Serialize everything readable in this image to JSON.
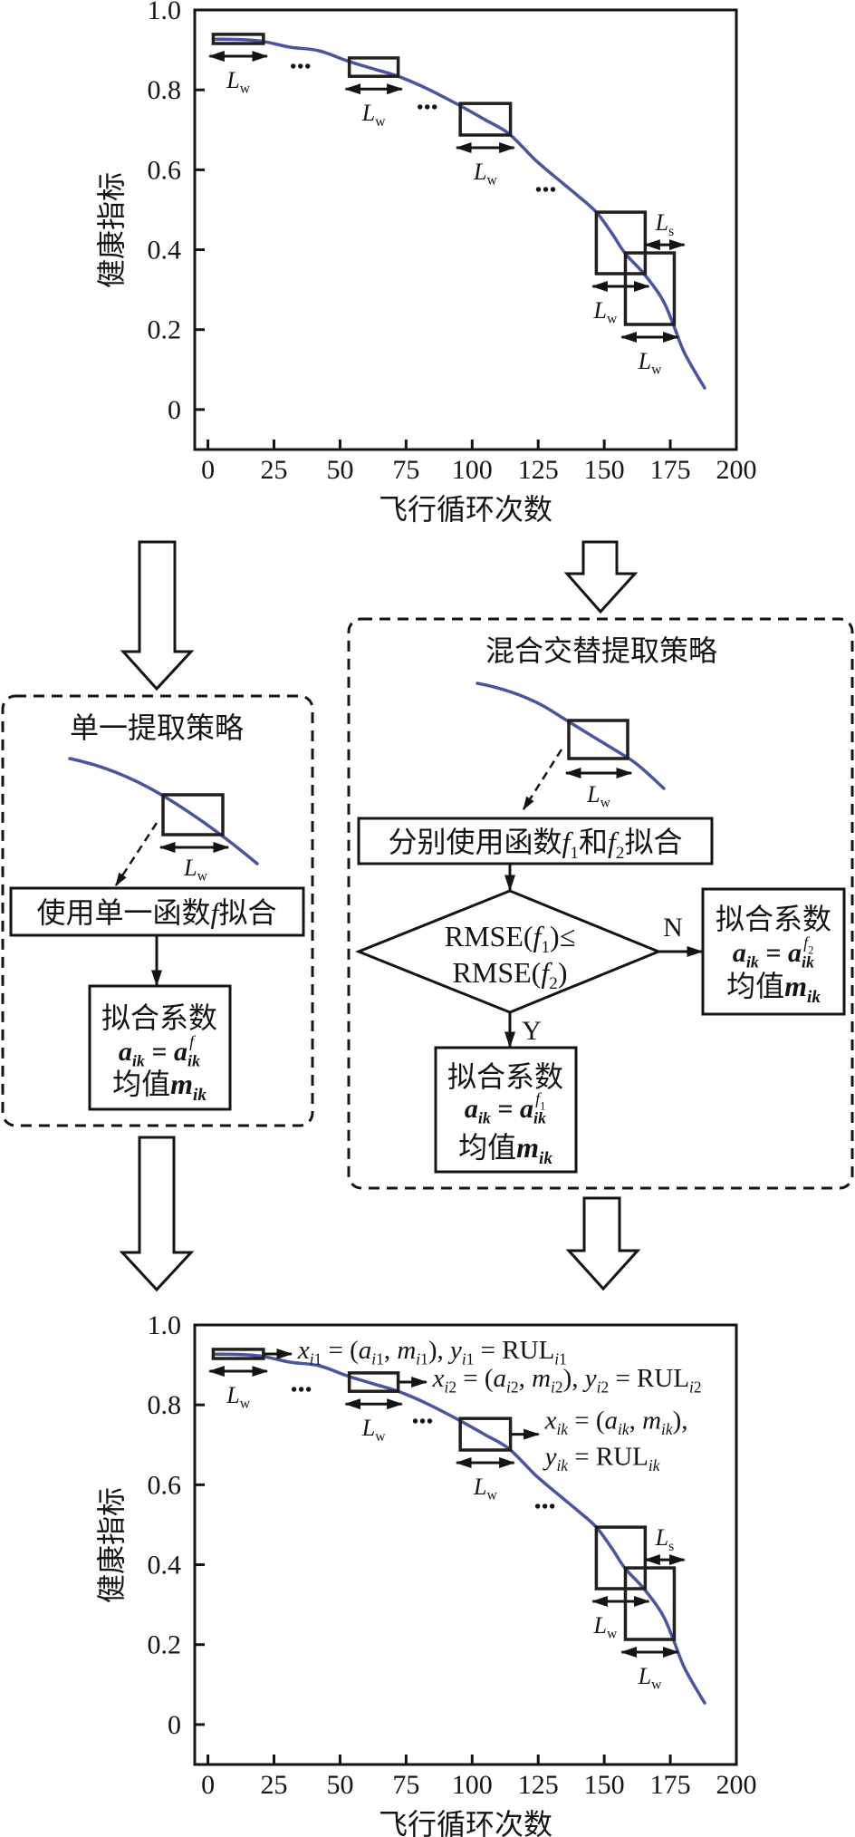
{
  "figure": {
    "single": {
      "title": "单一提取策略",
      "window_label": [
        {
          "t": "L",
          "s": "i"
        },
        {
          "t": "w",
          "s": "_"
        }
      ],
      "fit_step": [
        {
          "t": "使用单一函数"
        },
        {
          "t": "f",
          "s": "i"
        },
        {
          "t": "拟合"
        }
      ],
      "result": {
        "line1": [
          {
            "t": "拟合系数"
          }
        ],
        "line2": [
          {
            "t": "a",
            "s": "bi"
          },
          {
            "t": "ik",
            "s": "bi_"
          },
          {
            "t": " = ",
            "s": "b"
          },
          {
            "t": "a",
            "s": "bi"
          },
          {
            "t": "ik",
            "s": "bi_"
          },
          {
            "t": "f",
            "s": "i^k"
          }
        ],
        "line3": [
          {
            "t": "均值"
          },
          {
            "t": "m",
            "s": "bi"
          },
          {
            "t": "ik",
            "s": "bi_"
          }
        ]
      }
    },
    "hybrid": {
      "title": "混合交替提取策略",
      "window_label": [
        {
          "t": "L",
          "s": "i"
        },
        {
          "t": "w",
          "s": "_"
        }
      ],
      "fit_step": [
        {
          "t": "分别使用函数"
        },
        {
          "t": "f",
          "s": "i"
        },
        {
          "t": "1",
          "s": "_"
        },
        {
          "t": "和"
        },
        {
          "t": "f",
          "s": "i"
        },
        {
          "t": "2",
          "s": "_"
        },
        {
          "t": "拟合"
        }
      ],
      "decision": {
        "line1": [
          {
            "t": "RMSE("
          },
          {
            "t": "f",
            "s": "i"
          },
          {
            "t": "1",
            "s": "_"
          },
          {
            "t": ")≤"
          }
        ],
        "line2": [
          {
            "t": "RMSE("
          },
          {
            "t": "f",
            "s": "i"
          },
          {
            "t": "2",
            "s": "_"
          },
          {
            "t": ")"
          }
        ]
      },
      "no_label": "N",
      "yes_label": "Y",
      "result_no": {
        "line1": [
          {
            "t": "拟合系数"
          }
        ],
        "line2": [
          {
            "t": "a",
            "s": "bi"
          },
          {
            "t": "ik",
            "s": "bi_"
          },
          {
            "t": " = ",
            "s": "b"
          },
          {
            "t": "a",
            "s": "bi"
          },
          {
            "t": "ik",
            "s": "bi_"
          },
          {
            "t": "f",
            "s": "i^k"
          },
          {
            "t": "2",
            "s": "^_"
          }
        ],
        "line3": [
          {
            "t": "均值"
          },
          {
            "t": "m",
            "s": "bi"
          },
          {
            "t": "ik",
            "s": "bi_"
          }
        ]
      },
      "result_yes": {
        "line1": [
          {
            "t": "拟合系数"
          }
        ],
        "line2": [
          {
            "t": "a",
            "s": "bi"
          },
          {
            "t": "ik",
            "s": "bi_"
          },
          {
            "t": " = ",
            "s": "b"
          },
          {
            "t": "a",
            "s": "bi"
          },
          {
            "t": "ik",
            "s": "bi_"
          },
          {
            "t": "f",
            "s": "i^k"
          },
          {
            "t": "1",
            "s": "^_"
          }
        ],
        "line3": [
          {
            "t": "均值"
          },
          {
            "t": "m",
            "s": "bi"
          },
          {
            "t": "ik",
            "s": "bi_"
          }
        ]
      }
    }
  },
  "chart_data": [
    {
      "type": "line",
      "title": "",
      "xlabel": "飞行循环次数",
      "ylabel": "健康指标",
      "xlim": [
        -5,
        200
      ],
      "ylim": [
        -0.1,
        1.0
      ],
      "xticks": [
        0,
        25,
        50,
        75,
        100,
        125,
        150,
        175,
        200
      ],
      "xtick_labels": [
        "0",
        "25",
        "50",
        "75",
        "100",
        "125",
        "150",
        "175",
        "200"
      ],
      "yticks": [
        0,
        0.2,
        0.4,
        0.6,
        0.8,
        1.0
      ],
      "ytick_labels": [
        "0",
        "0.2",
        "0.4",
        "0.6",
        "0.8",
        "1.0"
      ],
      "grid": false,
      "legend": "none",
      "series": [
        {
          "name": "健康指标",
          "color": "#4a55a2",
          "x": [
            3,
            12,
            21,
            31,
            42,
            53,
            63,
            72,
            83,
            95,
            105,
            114,
            124,
            134,
            140,
            147,
            153,
            158,
            165,
            172,
            176,
            180.5,
            188
          ],
          "y": [
            0.927,
            0.926,
            0.921,
            0.907,
            0.898,
            0.872,
            0.852,
            0.834,
            0.803,
            0.762,
            0.725,
            0.69,
            0.624,
            0.568,
            0.535,
            0.494,
            0.44,
            0.39,
            0.34,
            0.276,
            0.215,
            0.14,
            0.054
          ]
        }
      ],
      "windows": [
        {
          "x": [
            2,
            21
          ],
          "y": [
            0.916,
            0.939
          ],
          "label": [
            {
              "t": "L",
              "s": "i"
            },
            {
              "t": "w",
              "s": "_"
            }
          ]
        },
        {
          "x": [
            53.5,
            72
          ],
          "y": [
            0.834,
            0.88
          ],
          "label": [
            {
              "t": "L",
              "s": "i"
            },
            {
              "t": "w",
              "s": "_"
            }
          ]
        },
        {
          "x": [
            95.5,
            114.5
          ],
          "y": [
            0.687,
            0.766
          ],
          "label": [
            {
              "t": "L",
              "s": "i"
            },
            {
              "t": "w",
              "s": "_"
            }
          ]
        },
        {
          "x": [
            147,
            165.5
          ],
          "y": [
            0.34,
            0.494
          ],
          "label": [
            {
              "t": "L",
              "s": "i"
            },
            {
              "t": "w",
              "s": "_"
            }
          ]
        },
        {
          "x": [
            158,
            176.5
          ],
          "y": [
            0.213,
            0.392
          ],
          "label": [
            {
              "t": "L",
              "s": "i"
            },
            {
              "t": "w",
              "s": "_"
            }
          ]
        }
      ],
      "step": {
        "between_windows": [
          3,
          4
        ],
        "label": [
          {
            "t": "L",
            "s": "i"
          },
          {
            "t": "s",
            "s": "_"
          }
        ]
      },
      "ellipses": [
        {
          "x": 35.2,
          "y": 0.859,
          "text": "•••"
        },
        {
          "x": 83.2,
          "y": 0.757,
          "text": "•••"
        },
        {
          "x": 128,
          "y": 0.551,
          "text": "•••"
        }
      ]
    },
    {
      "type": "line",
      "title": "",
      "xlabel": "飞行循环次数",
      "ylabel": "健康指标",
      "xlim": [
        -5,
        200
      ],
      "ylim": [
        -0.1,
        1.0
      ],
      "xticks": [
        0,
        25,
        50,
        75,
        100,
        125,
        150,
        175,
        200
      ],
      "xtick_labels": [
        "0",
        "25",
        "50",
        "75",
        "100",
        "125",
        "150",
        "175",
        "200"
      ],
      "yticks": [
        0,
        0.2,
        0.4,
        0.6,
        0.8,
        1.0
      ],
      "ytick_labels": [
        "0",
        "0.2",
        "0.4",
        "0.6",
        "0.8",
        "1.0"
      ],
      "grid": false,
      "legend": "none",
      "series": [
        {
          "name": "健康指标",
          "color": "#4a55a2",
          "x": [
            3,
            12,
            21,
            31,
            42,
            53,
            63,
            72,
            83,
            95,
            105,
            114,
            124,
            134,
            140,
            147,
            153,
            158,
            165,
            172,
            176,
            180.5,
            188
          ],
          "y": [
            0.927,
            0.926,
            0.921,
            0.907,
            0.898,
            0.872,
            0.852,
            0.834,
            0.803,
            0.762,
            0.725,
            0.69,
            0.624,
            0.568,
            0.535,
            0.494,
            0.44,
            0.39,
            0.34,
            0.276,
            0.215,
            0.14,
            0.054
          ]
        }
      ],
      "windows": [
        {
          "x": [
            2,
            21
          ],
          "y": [
            0.916,
            0.939
          ],
          "label": [
            {
              "t": "L",
              "s": "i"
            },
            {
              "t": "w",
              "s": "_"
            }
          ]
        },
        {
          "x": [
            53.5,
            72
          ],
          "y": [
            0.834,
            0.88
          ],
          "label": [
            {
              "t": "L",
              "s": "i"
            },
            {
              "t": "w",
              "s": "_"
            }
          ]
        },
        {
          "x": [
            95.5,
            114.5
          ],
          "y": [
            0.687,
            0.766
          ],
          "label": [
            {
              "t": "L",
              "s": "i"
            },
            {
              "t": "w",
              "s": "_"
            }
          ]
        },
        {
          "x": [
            147,
            165.5
          ],
          "y": [
            0.34,
            0.494
          ],
          "label": [
            {
              "t": "L",
              "s": "i"
            },
            {
              "t": "w",
              "s": "_"
            }
          ]
        },
        {
          "x": [
            158,
            176.5
          ],
          "y": [
            0.213,
            0.392
          ],
          "label": [
            {
              "t": "L",
              "s": "i"
            },
            {
              "t": "w",
              "s": "_"
            }
          ]
        }
      ],
      "step": {
        "between_windows": [
          3,
          4
        ],
        "label": [
          {
            "t": "L",
            "s": "i"
          },
          {
            "t": "s",
            "s": "_"
          }
        ]
      },
      "ellipses": [
        {
          "x": 35.5,
          "y": 0.839,
          "text": "•••"
        },
        {
          "x": 81.4,
          "y": 0.76,
          "text": "•••"
        },
        {
          "x": 127.7,
          "y": 0.546,
          "text": "•••"
        }
      ],
      "feature_annotations": [
        {
          "window": 0,
          "lines": [
            [
              {
                "t": "x",
                "s": "i"
              },
              {
                "t": "i",
                "s": "i_"
              },
              {
                "t": "1",
                "s": "_"
              },
              {
                "t": " = ("
              },
              {
                "t": "a",
                "s": "i"
              },
              {
                "t": "i",
                "s": "i_"
              },
              {
                "t": "1",
                "s": "_"
              },
              {
                "t": ", "
              },
              {
                "t": "m",
                "s": "i"
              },
              {
                "t": "i",
                "s": "i_"
              },
              {
                "t": "1",
                "s": "_"
              },
              {
                "t": "), "
              },
              {
                "t": "y",
                "s": "i"
              },
              {
                "t": "i",
                "s": "i_"
              },
              {
                "t": "1",
                "s": "_"
              },
              {
                "t": " = RUL"
              },
              {
                "t": "i",
                "s": "i_"
              },
              {
                "t": "1",
                "s": "_"
              }
            ]
          ]
        },
        {
          "window": 1,
          "lines": [
            [
              {
                "t": "x",
                "s": "i"
              },
              {
                "t": "i",
                "s": "i_"
              },
              {
                "t": "2",
                "s": "_"
              },
              {
                "t": " = ("
              },
              {
                "t": "a",
                "s": "i"
              },
              {
                "t": "i",
                "s": "i_"
              },
              {
                "t": "2",
                "s": "_"
              },
              {
                "t": ", "
              },
              {
                "t": "m",
                "s": "i"
              },
              {
                "t": "i",
                "s": "i_"
              },
              {
                "t": "2",
                "s": "_"
              },
              {
                "t": "), "
              },
              {
                "t": "y",
                "s": "i"
              },
              {
                "t": "i",
                "s": "i_"
              },
              {
                "t": "2",
                "s": "_"
              },
              {
                "t": " = RUL"
              },
              {
                "t": "i",
                "s": "i_"
              },
              {
                "t": "2",
                "s": "_"
              }
            ]
          ]
        },
        {
          "window": 2,
          "lines": [
            [
              {
                "t": "x",
                "s": "i"
              },
              {
                "t": "ik",
                "s": "i_"
              },
              {
                "t": " = ("
              },
              {
                "t": "a",
                "s": "i"
              },
              {
                "t": "ik",
                "s": "i_"
              },
              {
                "t": ", "
              },
              {
                "t": "m",
                "s": "i"
              },
              {
                "t": "ik",
                "s": "i_"
              },
              {
                "t": "),"
              }
            ],
            [
              {
                "t": "y",
                "s": "i"
              },
              {
                "t": "ik",
                "s": "i_"
              },
              {
                "t": " = RUL"
              },
              {
                "t": "ik",
                "s": "i_"
              }
            ]
          ]
        }
      ]
    }
  ]
}
